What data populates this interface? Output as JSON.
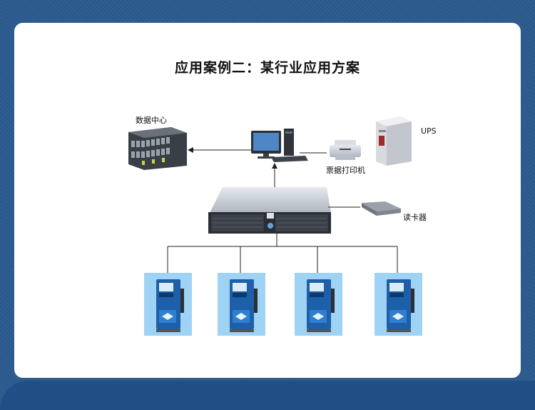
{
  "title": "应用案例二：某行业应用方案",
  "nodes": {
    "data_center": "数据中心",
    "ups": "UPS",
    "ticket_printer": "票据打印机",
    "card_reader": "读卡器"
  },
  "colors": {
    "background": "#2a5a8e",
    "card": "#ffffff",
    "line": "#222222",
    "pump_bg": "#9fd3f5"
  }
}
